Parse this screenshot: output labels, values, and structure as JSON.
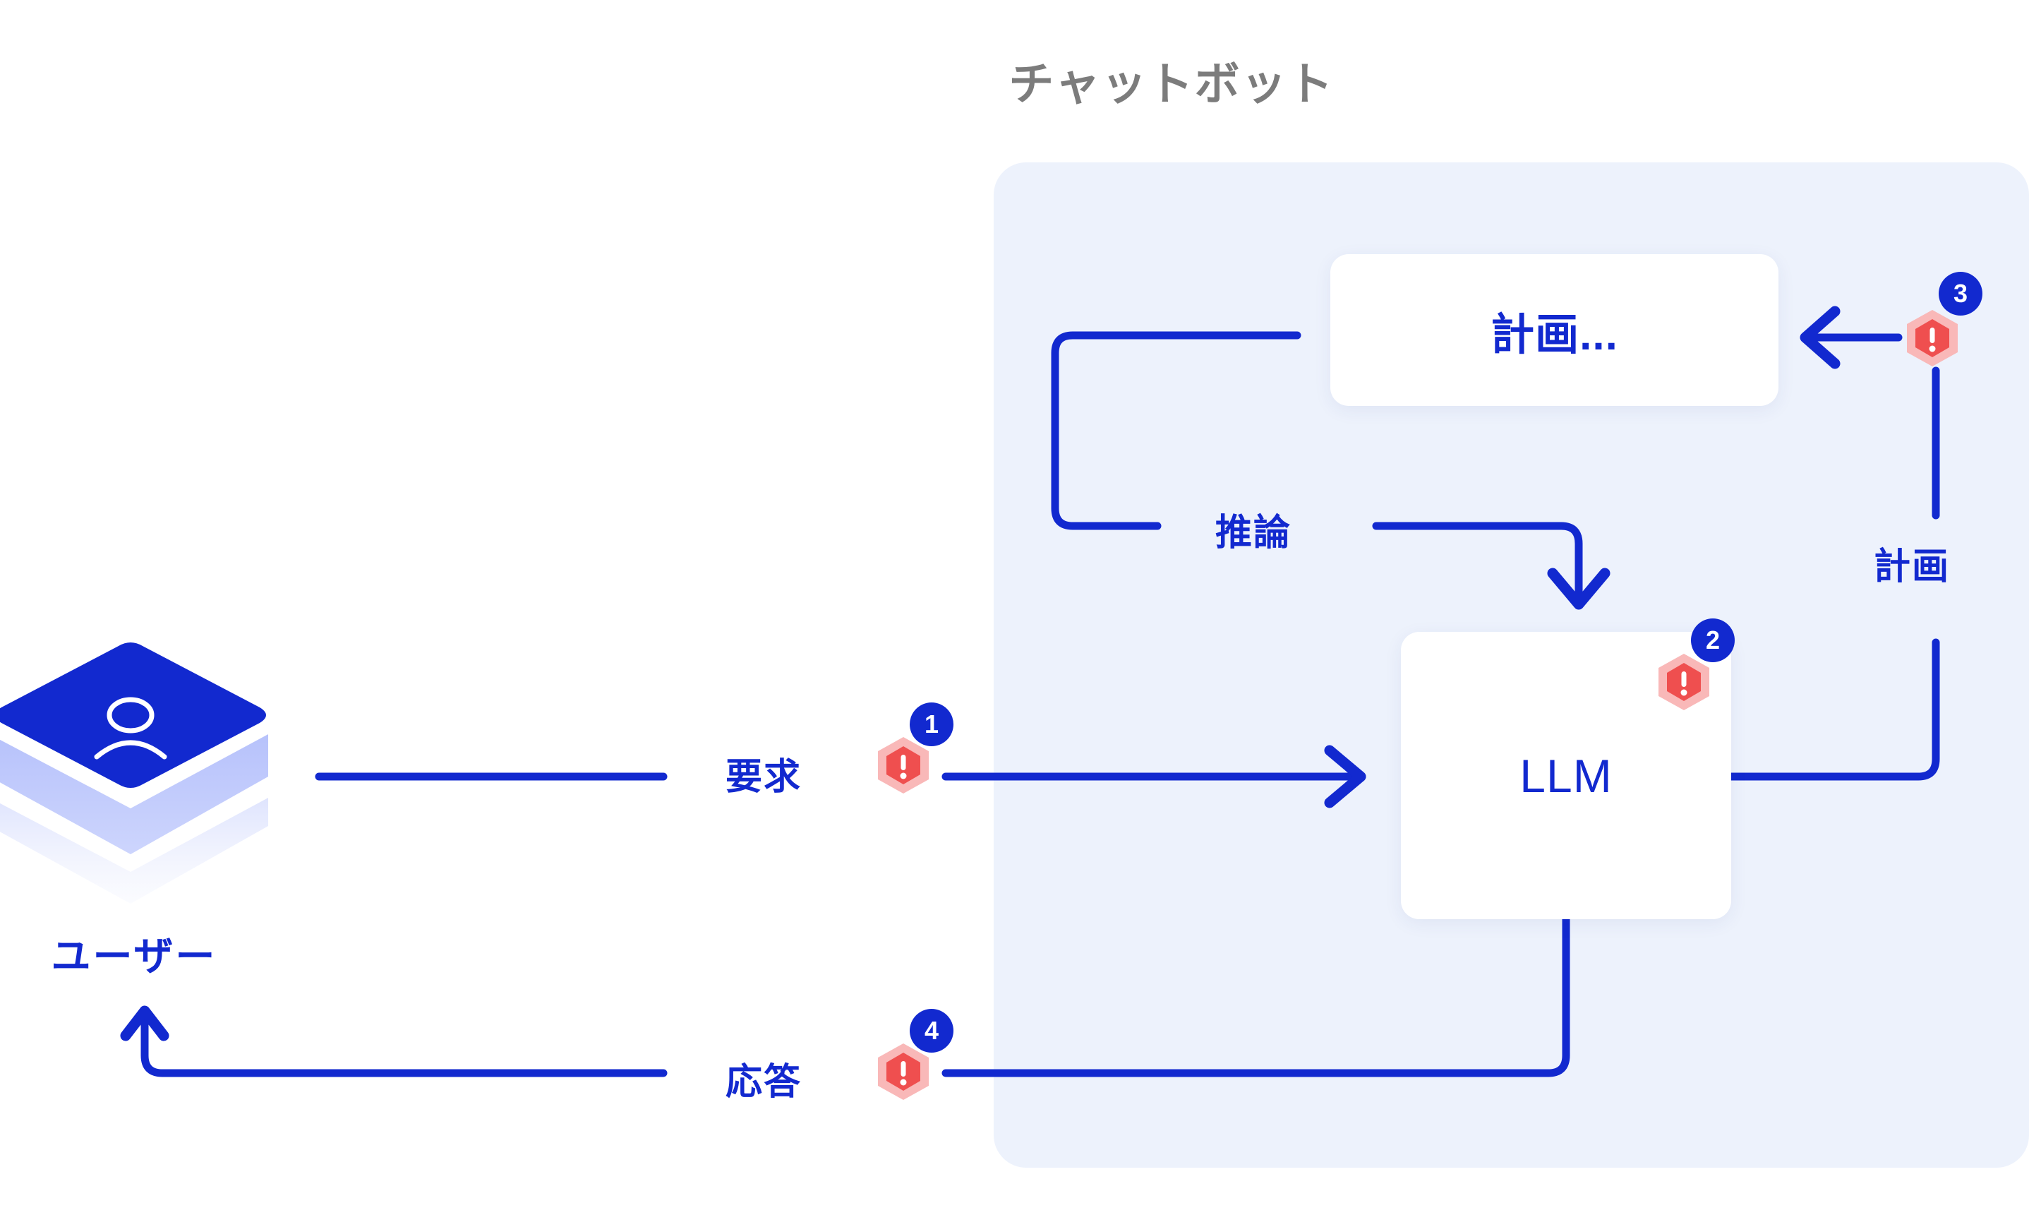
{
  "diagram": {
    "title": "チャットボット",
    "panel_color": "#edf2fc",
    "accent_color": "#1229cf",
    "warning_color": "#ef4f4f",
    "warning_halo_color": "#f9b8b8",
    "title_color": "#7c7c7c"
  },
  "actor": {
    "label": "ユーザー",
    "icon": "user-person-icon"
  },
  "nodes": [
    {
      "id": "plan",
      "label": "計画..."
    },
    {
      "id": "llm",
      "label": "LLM"
    }
  ],
  "edges": [
    {
      "id": "request",
      "label": "要求",
      "step": "1"
    },
    {
      "id": "inference",
      "label": "推論",
      "step": ""
    },
    {
      "id": "plan-side",
      "label": "計画",
      "step": ""
    },
    {
      "id": "response",
      "label": "応答",
      "step": "4"
    }
  ],
  "steps": [
    {
      "number": "1",
      "at": "request-edge"
    },
    {
      "number": "2",
      "at": "llm-node"
    },
    {
      "number": "3",
      "at": "plan-node"
    },
    {
      "number": "4",
      "at": "response-edge"
    }
  ],
  "warnings": [
    {
      "id": "warn-1",
      "glyph": "!",
      "at": "request-edge"
    },
    {
      "id": "warn-2",
      "glyph": "!",
      "at": "llm-node"
    },
    {
      "id": "warn-3",
      "glyph": "!",
      "at": "plan-node"
    },
    {
      "id": "warn-4",
      "glyph": "!",
      "at": "response-edge"
    }
  ]
}
